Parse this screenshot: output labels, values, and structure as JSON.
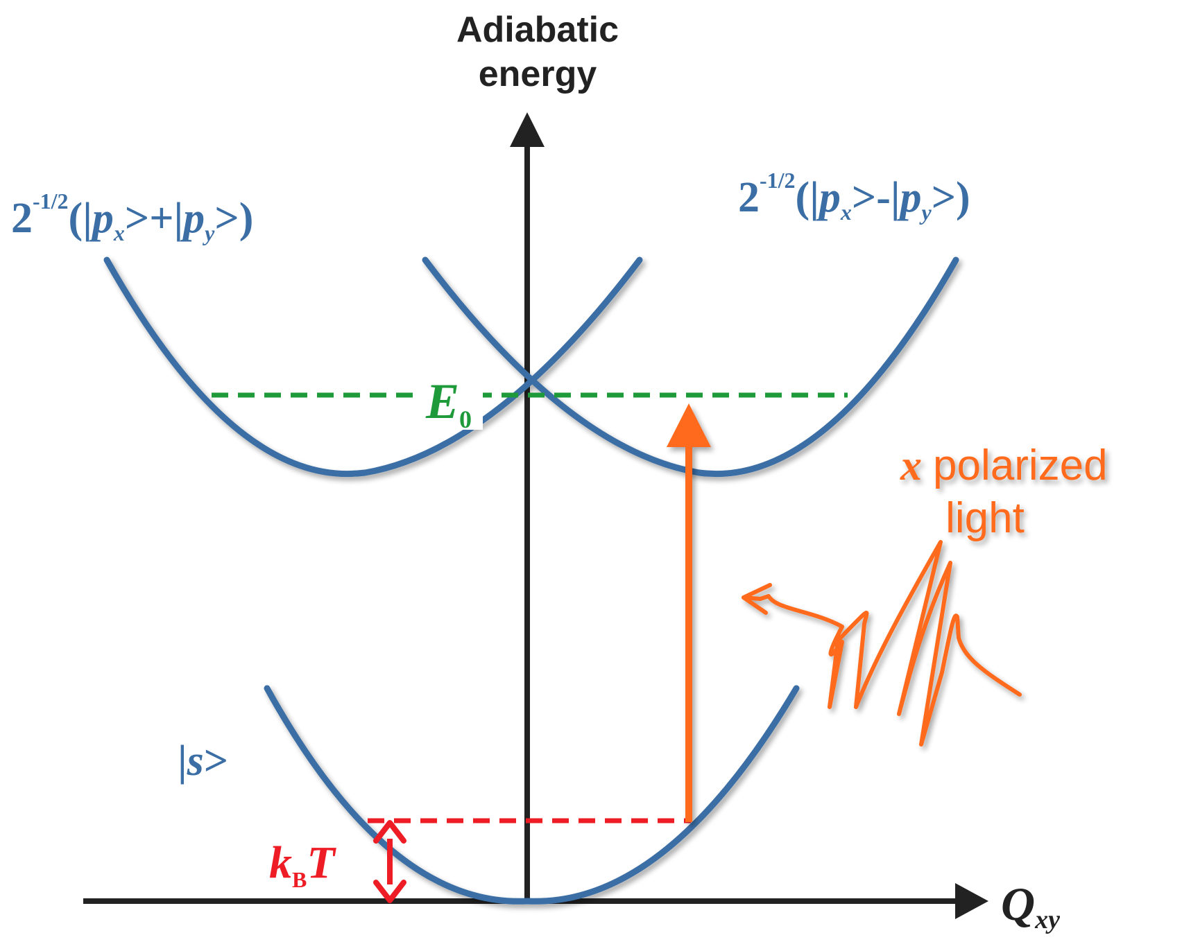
{
  "colors": {
    "axis": "#222222",
    "curve": "#3b6ea5",
    "energy_line": "#1e9a3a",
    "thermal": "#ee1c24",
    "light": "#ff6a1a"
  },
  "axes": {
    "y_label_line1": "Adiabatic",
    "y_label_line2": "energy",
    "x_label": "Q",
    "x_label_sub": "xy"
  },
  "states": {
    "left_upper": {
      "prefix": "2",
      "exponent": "-1/2",
      "open": "(|",
      "p1": "p",
      "s1": "x",
      "op": ">+|",
      "p2": "p",
      "s2": "y",
      "close": ">)"
    },
    "right_upper": {
      "prefix": "2",
      "exponent": "-1/2",
      "open": "(|",
      "p1": "p",
      "s1": "x",
      "op": ">-|",
      "p2": "p",
      "s2": "y",
      "close": ">)"
    },
    "ground": {
      "open": "|",
      "symbol": "s",
      "close": ">"
    }
  },
  "energy_level": {
    "symbol": "E",
    "subscript": "0"
  },
  "thermal": {
    "symbol": "k",
    "subscript": "B",
    "symbol2": "T"
  },
  "light": {
    "var": "x",
    "line1": "polarized",
    "line2": "light"
  },
  "icons": [
    "y-axis-arrow-icon",
    "x-axis-arrow-icon",
    "excitation-arrow-icon",
    "double-arrow-icon",
    "light-wave-icon"
  ]
}
